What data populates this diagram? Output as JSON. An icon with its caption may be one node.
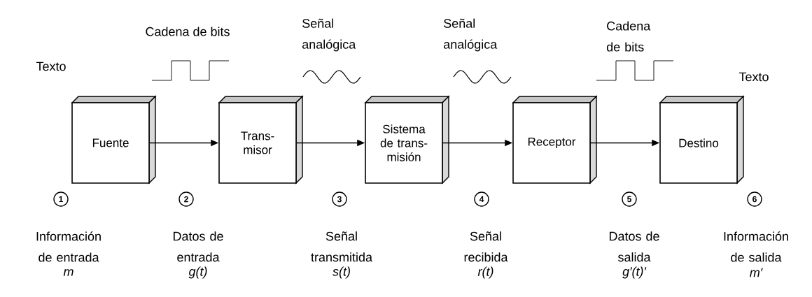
{
  "diagram": {
    "nodes": [
      {
        "text": [
          "Fuente"
        ]
      },
      {
        "text": [
          "Trans- misor"
        ]
      },
      {
        "text": [
          "Sistema de trans- misión"
        ]
      },
      {
        "text": [
          "Receptor"
        ]
      },
      {
        "text": [
          "Destino"
        ]
      }
    ],
    "edges": [
      {
        "from": 0,
        "to": 1,
        "arrow": "to"
      },
      {
        "from": 1,
        "to": 2,
        "arrow": "to"
      },
      {
        "from": 2,
        "to": 3,
        "arrow": "to"
      },
      {
        "from": 3,
        "to": 4,
        "arrow": "to"
      }
    ],
    "labels": [
      "Texto",
      "Cadena de bits",
      "Señal analógica",
      "Señal analógica",
      "Cadena de bits",
      "Texto",
      "1",
      "2",
      "3",
      "4",
      "5",
      "6",
      "Información de entrada",
      "Datos de entrada",
      "Señal transmitida",
      "Señal recibida",
      "Datos de salida",
      "Información de salida",
      "m",
      "g(t)",
      "s(t)",
      "r(t)",
      "g′(t)′",
      "m′"
    ]
  }
}
